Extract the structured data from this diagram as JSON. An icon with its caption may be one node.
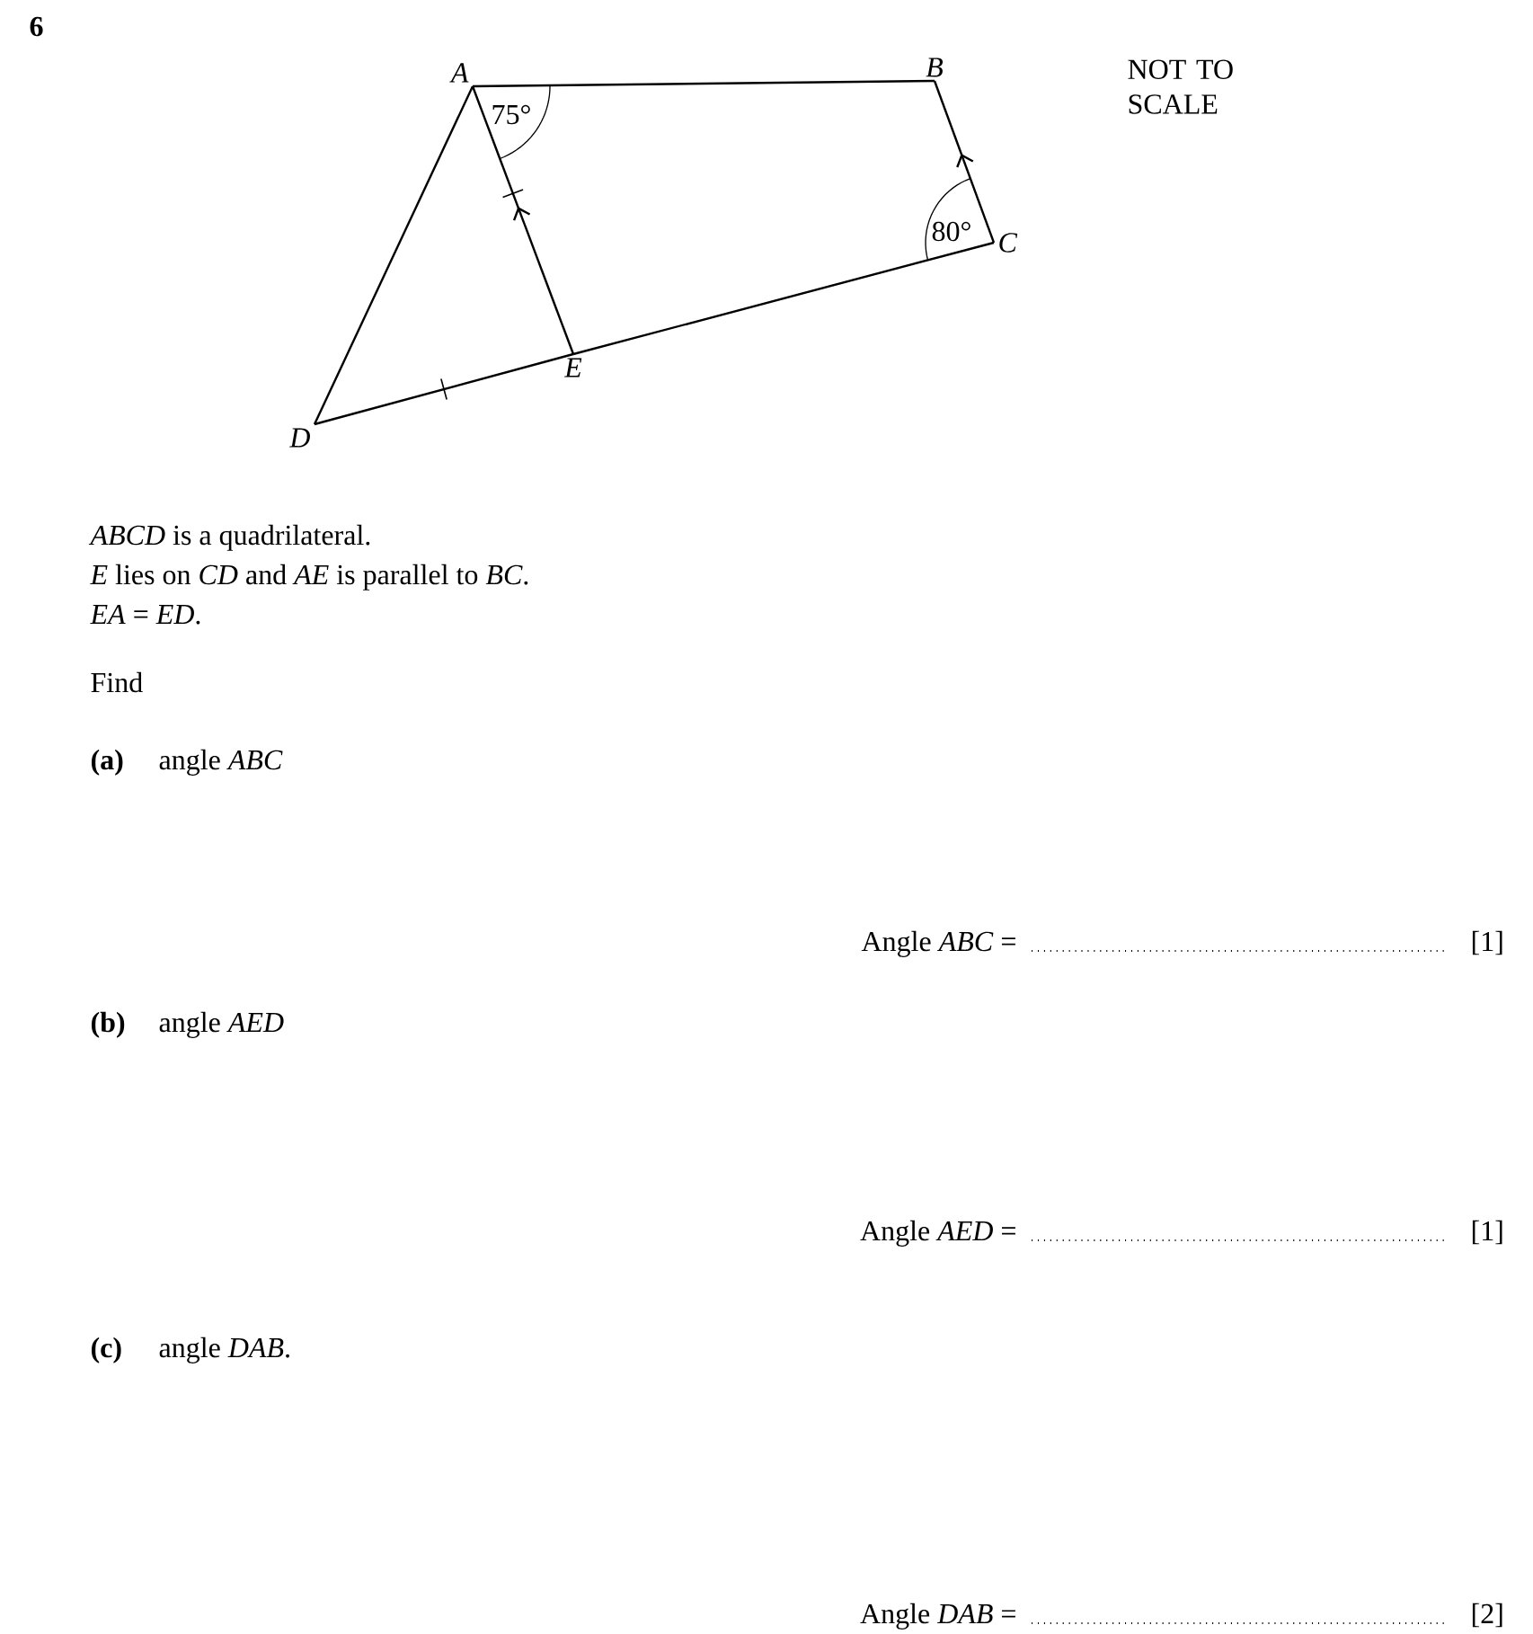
{
  "diagram": {
    "nodes": [
      {
        "text": [
          "A"
        ]
      },
      {
        "text": [
          "B"
        ]
      },
      {
        "text": [
          "C"
        ]
      },
      {
        "text": [
          "D"
        ]
      },
      {
        "text": [
          "E"
        ]
      }
    ],
    "edges": [
      {
        "from": 0,
        "to": 1,
        "arrow": "none"
      },
      {
        "from": 2,
        "to": 1,
        "arrow": "to"
      },
      {
        "from": 2,
        "to": 4,
        "arrow": "none"
      },
      {
        "from": 4,
        "to": 3,
        "arrow": "none"
      },
      {
        "from": 3,
        "to": 0,
        "arrow": "none"
      },
      {
        "from": 4,
        "to": 0,
        "arrow": "to"
      }
    ],
    "labels": [
      "6",
      "75°",
      "80°",
      "NOT TO SCALE",
      "*ABCD* is a quadrilateral.",
      "*E* lies on *CD* and *AE* is parallel to *BC*.",
      "*EA* = *ED*.",
      "Find",
      "(a)",
      "angle *ABC*",
      "Angle *ABC* =",
      "[1]",
      "(b)",
      "angle *AED*",
      "Angle *AED* =",
      "[1]",
      "(c)",
      "angle *DAB*.",
      "Angle *DAB* =",
      "[2]"
    ]
  }
}
